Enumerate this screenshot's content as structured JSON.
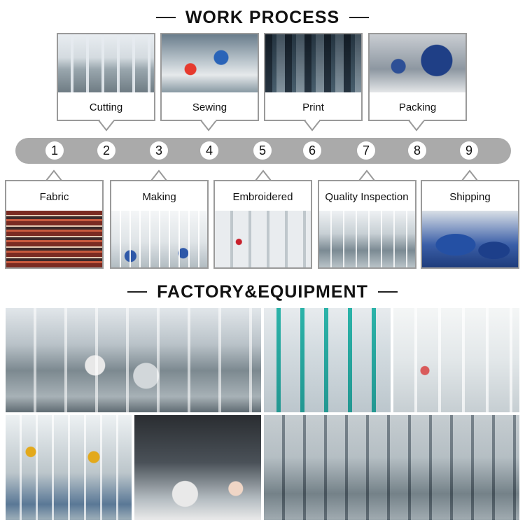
{
  "work_process": {
    "title": "WORK PROCESS",
    "top_steps": [
      {
        "label": "Cutting",
        "number": "2"
      },
      {
        "label": "Sewing",
        "number": "4"
      },
      {
        "label": "Print",
        "number": "6"
      },
      {
        "label": "Packing",
        "number": "8"
      }
    ],
    "bottom_steps": [
      {
        "label": "Fabric",
        "number": "1"
      },
      {
        "label": "Making",
        "number": "3"
      },
      {
        "label": "Embroidered",
        "number": "5"
      },
      {
        "label": "Quality Inspection",
        "number": "7"
      },
      {
        "label": "Shipping",
        "number": "9"
      }
    ],
    "numbers": [
      "1",
      "2",
      "3",
      "4",
      "5",
      "6",
      "7",
      "8",
      "9"
    ]
  },
  "factory": {
    "title": "FACTORY&EQUIPMENT"
  },
  "colors": {
    "timeline": "#aaaaaa",
    "card_border": "#9a9a9a",
    "title_text": "#111111"
  }
}
